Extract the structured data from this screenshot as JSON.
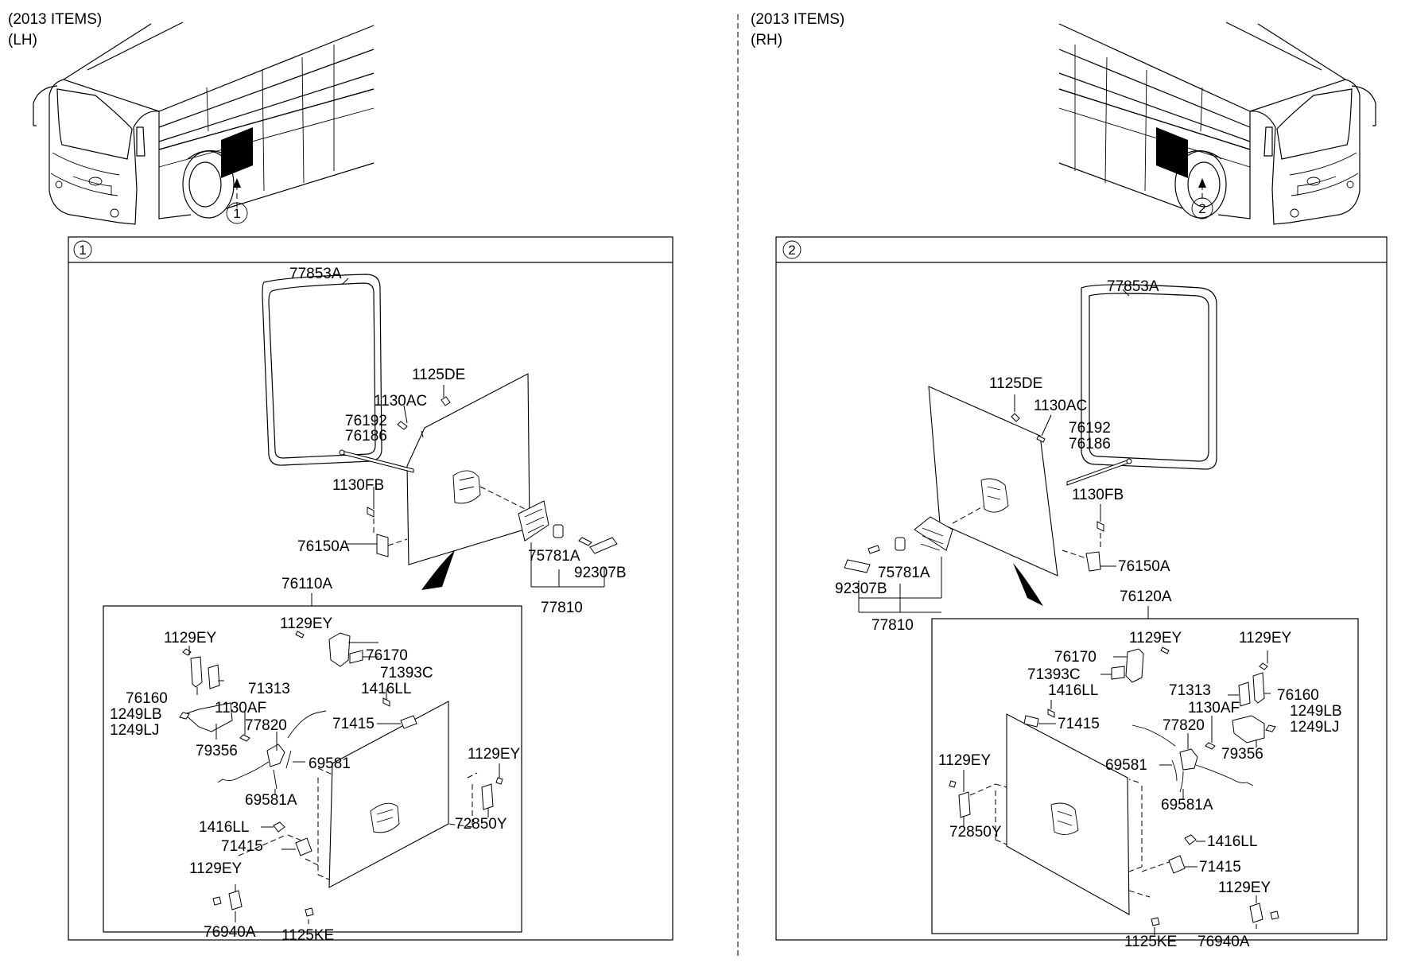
{
  "left": {
    "header_line1": "(2013 ITEMS)",
    "header_line2": "(LH)",
    "callout": "1",
    "box_badge": "1",
    "labels": {
      "seal": "77853A",
      "bolt_top": "1125DE",
      "screw_ac": "1130AC",
      "stay_a": "76192",
      "stay_b": "76186",
      "screw_fb": "1130FB",
      "hinge_a": "76150A",
      "bumper": "75781A",
      "handle": "92307B",
      "assy": "77810",
      "door_assy": "76110A",
      "bolt_ey_1": "1129EY",
      "bolt_ey_2": "1129EY",
      "bracket": "76170",
      "clip": "71393C",
      "grommet_1": "1416LL",
      "hinge_b": "76160",
      "nut_lb": "1249LB",
      "nut_lj": "1249LJ",
      "lever": "71313",
      "screw_af": "1130AF",
      "latch": "77820",
      "rod": "71415",
      "plate": "79356",
      "cable": "69581",
      "cable_a": "69581A",
      "bolt_ey_3": "1129EY",
      "striker": "72850Y",
      "grommet_2": "1416LL",
      "rod_2": "71415",
      "bolt_ey_4": "1129EY",
      "hinge_c": "76940A",
      "screw_ke": "1125KE"
    }
  },
  "right": {
    "header_line1": "(2013 ITEMS)",
    "header_line2": "(RH)",
    "callout": "2",
    "box_badge": "2",
    "labels": {
      "seal": "77853A",
      "bolt_top": "1125DE",
      "screw_ac": "1130AC",
      "stay_a": "76192",
      "stay_b": "76186",
      "screw_fb": "1130FB",
      "hinge_a": "76150A",
      "bumper": "75781A",
      "handle": "92307B",
      "assy": "77810",
      "door_assy": "76120A",
      "bolt_ey_1": "1129EY",
      "bolt_ey_2": "1129EY",
      "bracket": "76170",
      "clip": "71393C",
      "grommet_1": "1416LL",
      "hinge_b": "76160",
      "nut_lb": "1249LB",
      "nut_lj": "1249LJ",
      "lever": "71313",
      "screw_af": "1130AF",
      "latch": "77820",
      "rod": "71415",
      "plate": "79356",
      "cable": "69581",
      "cable_a": "69581A",
      "bolt_ey_3": "1129EY",
      "striker": "72850Y",
      "grommet_2": "1416LL",
      "rod_2": "71415",
      "bolt_ey_4": "1129EY",
      "hinge_c": "76940A",
      "screw_ke": "1125KE"
    }
  },
  "colors": {
    "ink": "#000000",
    "paper": "#ffffff"
  }
}
